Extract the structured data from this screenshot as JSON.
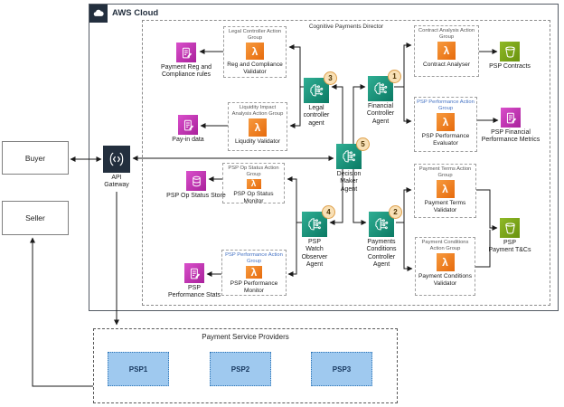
{
  "aws_cloud": {
    "label": "AWS Cloud"
  },
  "director": {
    "label": "Cognitive Payments Director"
  },
  "actors": {
    "buyer": "Buyer",
    "seller": "Seller",
    "api_gateway": "API\nGateway"
  },
  "agents": {
    "legal": {
      "label": "Legal\ncontroller\nagent",
      "badge": "3"
    },
    "financial": {
      "label": "Financial\nController\nAgent",
      "badge": "1"
    },
    "decision": {
      "label": "Decision\nMaker\nAgent",
      "badge": "5"
    },
    "psp_watch": {
      "label": "PSP\nWatch\nObserver\nAgent",
      "badge": "4"
    },
    "payments_conditions": {
      "label": "Payments\nConditions\nController\nAgent",
      "badge": "2"
    }
  },
  "action_groups": {
    "legal_controller": {
      "group_label": "Legal Controller Action Group",
      "lambda_label": "Reg and Compliance Validator"
    },
    "liquidity": {
      "group_label": "Liquidity Impact Analysis Action Group",
      "lambda_label": "Liqudity Validator"
    },
    "psp_op_status": {
      "group_label": "PSP Op Status Action Group",
      "lambda_label": "PSP Op Status Monitor"
    },
    "psp_performance_monitor": {
      "group_label": "PSP Performance Action Group",
      "lambda_label": "PSP Performance Monitor"
    },
    "contract_analysis": {
      "group_label": "Contract Analysis Action Group",
      "lambda_label": "Contract Analyser"
    },
    "psp_performance_eval": {
      "group_label": "PSP Performance Action Group",
      "lambda_label": "PSP Performance Evaluator"
    },
    "payment_terms": {
      "group_label": "Payment Terms Action Group",
      "lambda_label": "Payment Terms Validator"
    },
    "payment_conditions": {
      "group_label": "Payment Conditions Action Group",
      "lambda_label": "Payment Conditions Validator"
    }
  },
  "stores": {
    "payment_reg": "Payment Reg and\nCompliance rules",
    "pay_in": "Pay-in data",
    "psp_op_status_store": "PSP Op Status Store",
    "psp_performance_stats": "PSP\nPerformance Stats",
    "psp_contracts": "PSP Contracts",
    "psp_financial_metrics": "PSP Financial\nPerformance Metrics",
    "psp_payment_tcs": "PSP\nPayment T&Cs"
  },
  "psp_section": {
    "label": "Payment Service Providers",
    "items": [
      "PSP1",
      "PSP2",
      "PSP3"
    ]
  },
  "colors": {
    "agent_teal": "#12917b",
    "lambda_orange": "#ed7100",
    "store_magenta": "#bf2bb2",
    "bucket_green": "#7aa116",
    "api_gateway_navy": "#232f3e",
    "psp_fill_blue": "#9fc9ef",
    "psp_border_blue": "#2e75b6",
    "badge_fill": "#f8e0b6"
  }
}
